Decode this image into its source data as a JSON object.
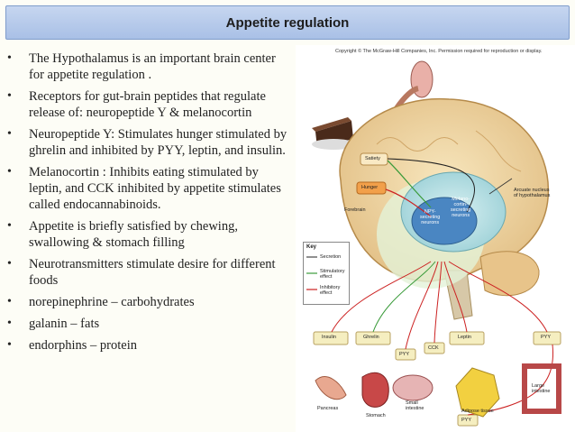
{
  "header": {
    "title": "Appetite regulation"
  },
  "bullets": [
    "The Hypothalamus is an important brain center  for appetite regulation .",
    "Receptors for gut-brain peptides that regulate release of: neuropeptide Y & melanocortin",
    "Neuropeptide Y: Stimulates hunger stimulated by ghrelin and inhibited by PYY, leptin, and insulin.",
    "Melanocortin : Inhibits eating stimulated by leptin, and CCK inhibited by appetite stimulates called endocannabinoids.",
    " Appetite is briefly satisfied by chewing, swallowing & stomach filling",
    "Neurotransmitters stimulate desire for different foods",
    "norepinephrine – carbohydrates",
    "galanin – fats",
    "endorphins – protein"
  ],
  "figure": {
    "copyright": "Copyright © The McGraw-Hill Companies, Inc. Permission required for reproduction or display.",
    "satiety": "Satiety",
    "hunger": "Hunger",
    "forebrain": "Forebrain",
    "npy_neurons": [
      "NPY-",
      "secreting",
      "neurons"
    ],
    "melanocortin_neurons": [
      "Melano-",
      "cortin-",
      "secreting",
      "neurons"
    ],
    "arcuate_nucleus": [
      "Arcuate nucleus",
      "of hypothalamus"
    ],
    "key": {
      "title": "Key",
      "secretion": "Secretion",
      "stimulatory": [
        "Stimulatory",
        "effect"
      ],
      "inhibitory": [
        "Inhibitory",
        "effect"
      ]
    },
    "hormones": {
      "insulin": "Insulin",
      "ghrelin": "Ghrelin",
      "leptin": "Leptin",
      "pyy_right": "PYY",
      "cck": "CCK",
      "pyy_mid": "PYY",
      "pyy_bottom": "PYY"
    },
    "organs": {
      "pancreas": "Pancreas",
      "stomach": "Stomach",
      "small_intestine": [
        "Small",
        "intestine"
      ],
      "adipose": "Adipose tissue",
      "large_intestine": [
        "Large",
        "intestine"
      ]
    },
    "colors": {
      "secretion": "#222222",
      "stimulatory": "#3a9b3a",
      "inhibitory": "#cc2222",
      "hormone_box": "#f5eec0",
      "hypothalamus": "#bfe4e8",
      "brain": "#f3dfb0"
    }
  }
}
